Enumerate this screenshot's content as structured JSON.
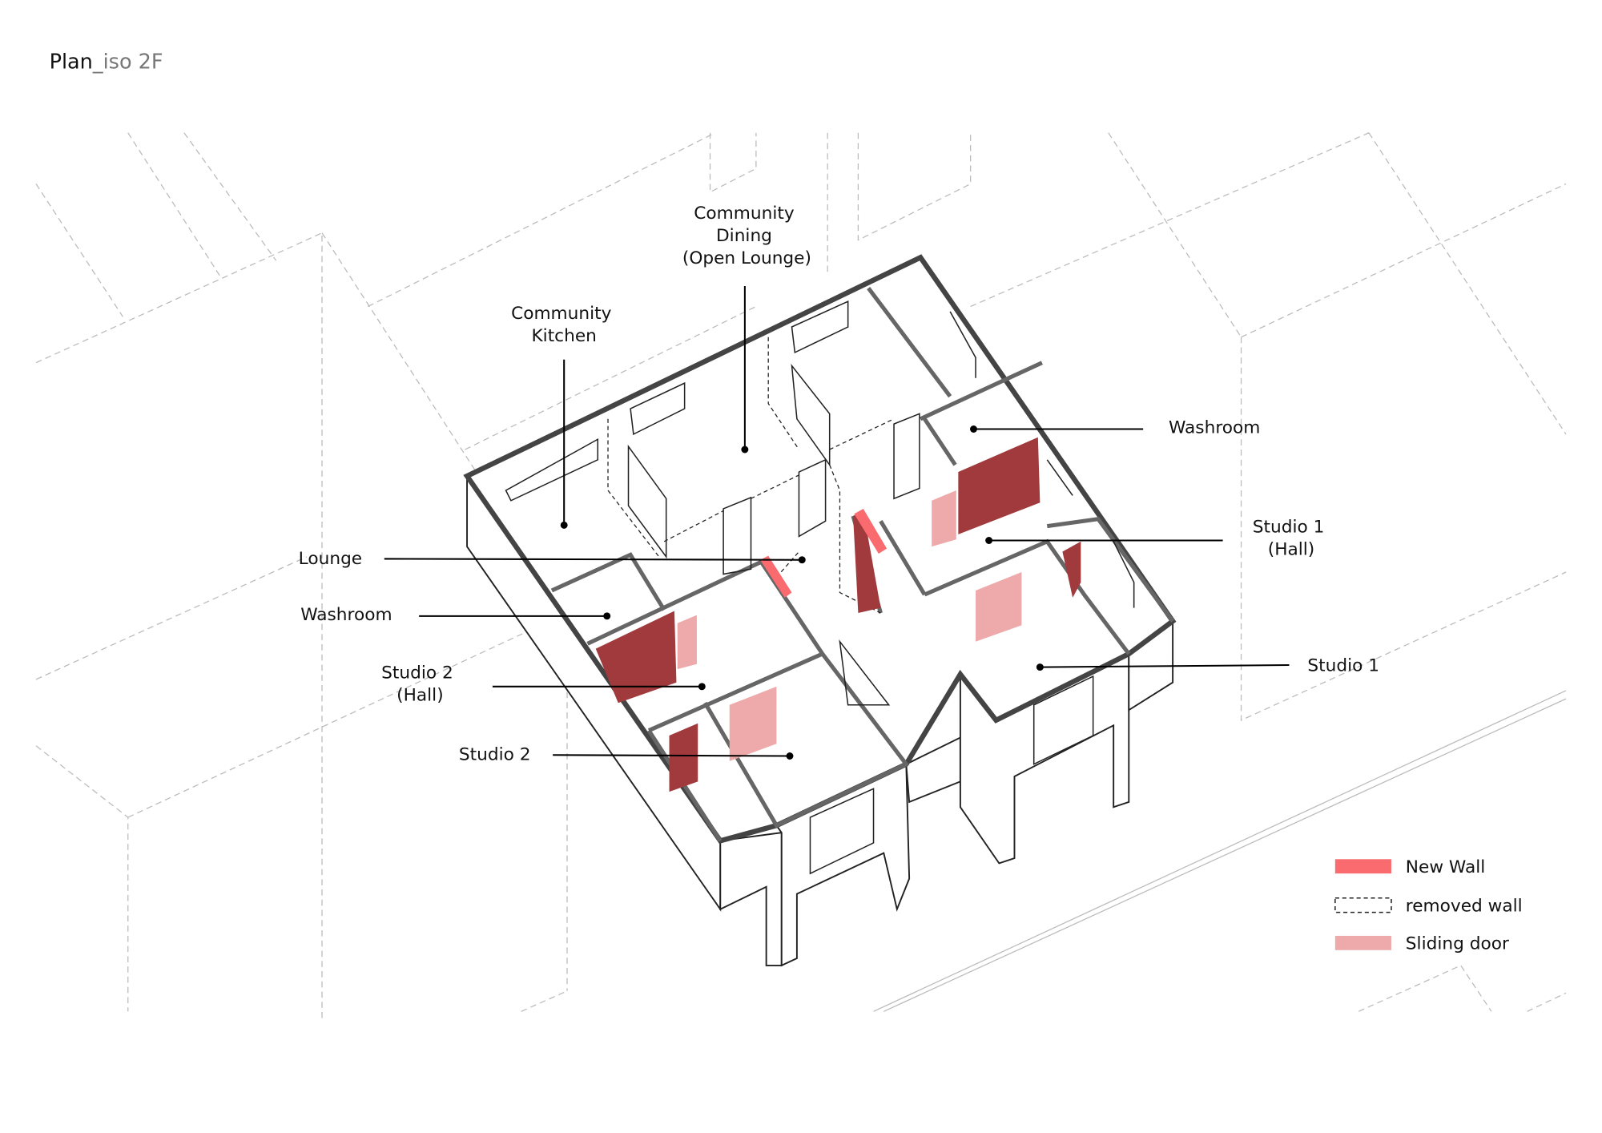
{
  "title": {
    "main": "Plan",
    "suffix": "_iso 2F"
  },
  "labels": {
    "community_dining": [
      "Community",
      "Dining",
      "(Open Lounge)"
    ],
    "community_kitchen": [
      "Community",
      "Kitchen"
    ],
    "washroom_right": "Washroom",
    "studio1_hall": [
      "Studio 1",
      "(Hall)"
    ],
    "studio1": "Studio 1",
    "lounge": "Lounge",
    "washroom_left": "Washroom",
    "studio2_hall": [
      "Studio 2",
      "(Hall)"
    ],
    "studio2": "Studio 2"
  },
  "legend": [
    {
      "label": "New Wall",
      "color": "#f96b6e",
      "style": "solid"
    },
    {
      "label": "removed wall",
      "color": "#222222",
      "style": "dashed"
    },
    {
      "label": "Sliding door",
      "color": "#eeaaaa",
      "style": "solid"
    }
  ],
  "colors": {
    "new_wall_shade": "#a03a3d",
    "new_wall": "#f96b6e",
    "sliding_door": "#eeaaaa"
  }
}
